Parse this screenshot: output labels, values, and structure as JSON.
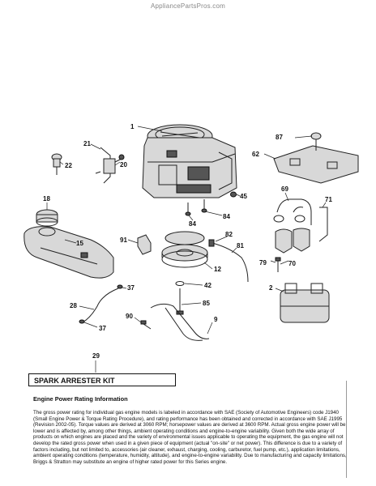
{
  "watermark": "AppliancePartsPros.com",
  "callouts": {
    "c1": "1",
    "c21": "21",
    "c22": "22",
    "c20": "20",
    "c87": "87",
    "c62": "62",
    "c18": "18",
    "c15": "15",
    "c45": "45",
    "c84a": "84",
    "c84b": "84",
    "c69": "69",
    "c71": "71",
    "c91": "91",
    "c82": "82",
    "c81": "81",
    "c79": "79",
    "c70": "70",
    "c12": "12",
    "c42": "42",
    "c37a": "37",
    "c28": "28",
    "c85": "85",
    "c2": "2",
    "c90": "90",
    "c9": "9",
    "c37b": "37",
    "c29": "29"
  },
  "kit_label": "SPARK ARRESTER KIT",
  "rating_title": "Engine Power Rating Information",
  "rating_text": "The gross power rating for individual gas engine models is labeled in accordance with SAE (Society of Automotive Engineers) code J1940 (Small Engine Power & Torque Rating Procedure), and rating performance has been obtained and corrected in accordance with SAE J1995 (Revision 2002-05). Torque values are derived at 3060 RPM; horsepower values are derived at 3600 RPM. Actual gross engine power will be lower and is affected by, among other things, ambient operating conditions and engine-to-engine variability. Given both the wide array of products on which engines are placed and the variety of environmental issues applicable to operating the equipment, the gas engine will not develop the rated gross power when used in a given piece of equipment (actual \"on-site\" or net power). This difference is due to a variety of factors including, but not limited to, accessories (air cleaner, exhaust, charging, cooling, carburetor, fuel pump, etc.), application limitations, ambient operating conditions (temperature, humidity, altitude), and engine-to-engine variability. Due to manufacturing and capacity limitations, Briggs & Stratton may substitute an engine of higher rated power for this Series engine."
}
